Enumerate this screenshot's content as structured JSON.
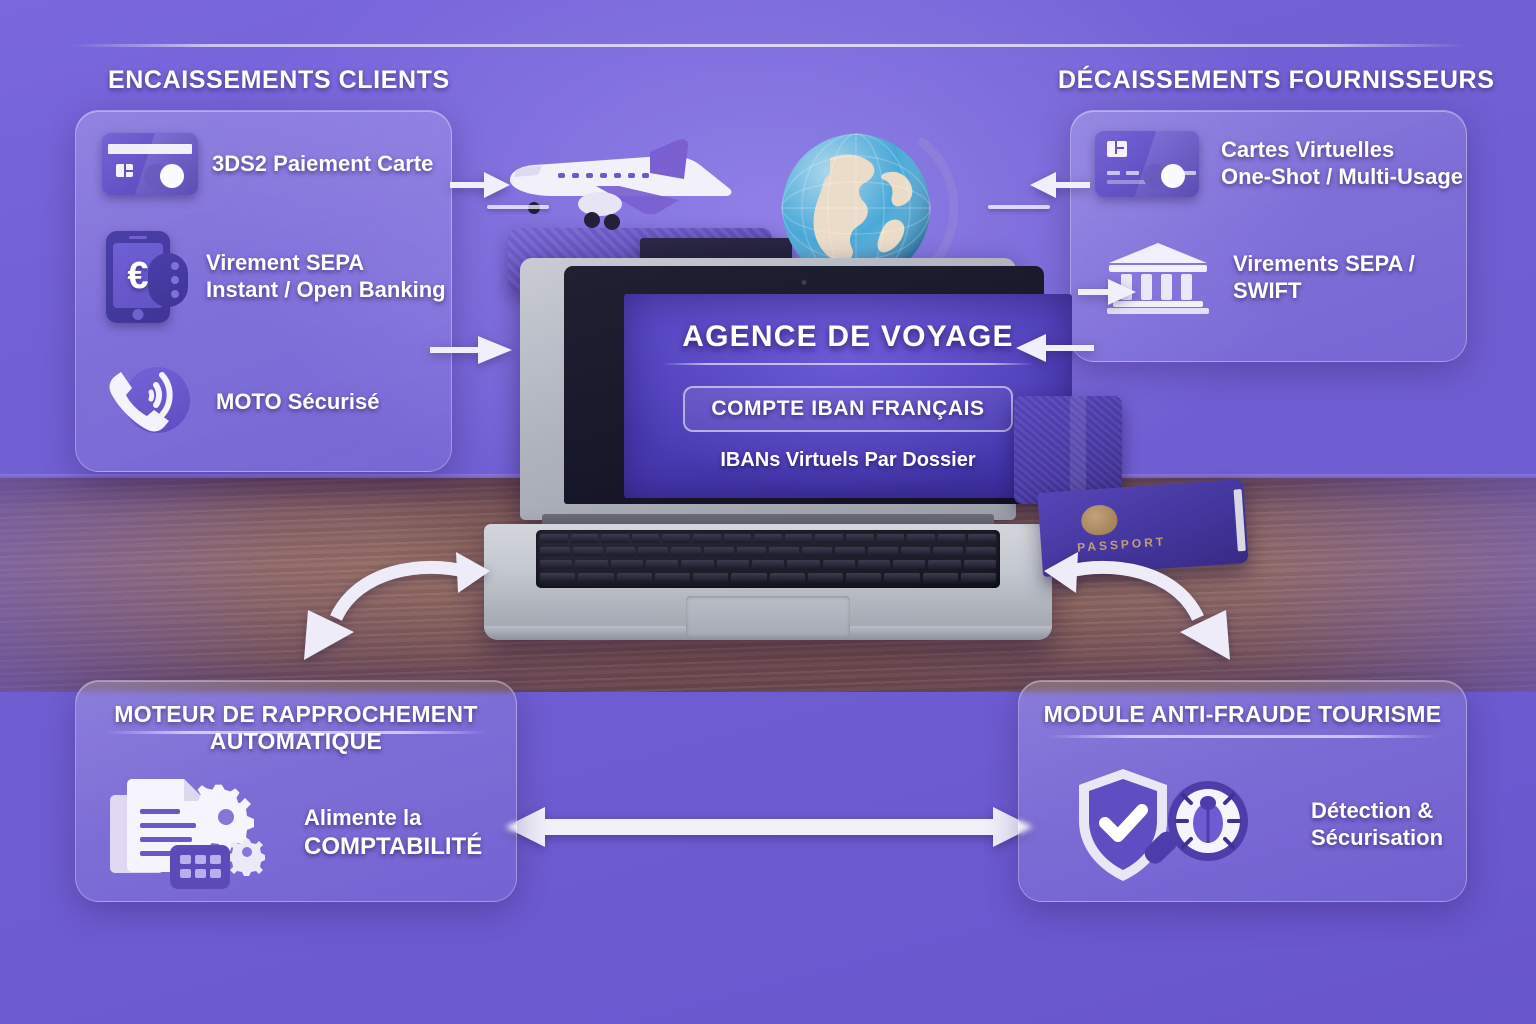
{
  "diagram": {
    "title_on_screen": "AGENCE DE VOYAGE",
    "accent_color": "#6f5ed2",
    "panel_color": "#8a7ae0",
    "wood_color": "#8d6457"
  },
  "sections": {
    "left_heading": "ENCAISSEMENTS CLIENTS",
    "right_heading": "DÉCAISSEMENTS FOURNISSEURS"
  },
  "encaissements": {
    "items": [
      {
        "icon": "credit-card-icon",
        "label": "3DS2 Paiement Carte"
      },
      {
        "icon": "phone-euro-icon",
        "label_line1": "Virement SEPA",
        "label_line2": "Instant / Open Banking"
      },
      {
        "icon": "phone-secure-icon",
        "label": "MOTO Sécurisé"
      }
    ]
  },
  "decaissements": {
    "items": [
      {
        "icon": "virtual-card-icon",
        "label_line1": "Cartes Virtuelles",
        "label_line2": "One-Shot / Multi-Usage"
      },
      {
        "icon": "bank-icon",
        "label": "Virements SEPA / SWIFT"
      }
    ]
  },
  "laptop": {
    "title": "AGENCE DE VOYAGE",
    "badge": "COMPTE IBAN FRANÇAIS",
    "subtitle": "IBANs Virtuels Par Dossier"
  },
  "reconciliation": {
    "title_line1": "MOTEUR DE RAPPROCHEMENT",
    "title_line2": "AUTOMATIQUE",
    "icon": "documents-gears-icon",
    "label_line1": "Alimente la",
    "label_line2": "COMPTABILITÉ"
  },
  "antifraud": {
    "title": "MODULE ANTI-FRAUDE TOURISME",
    "icon": "shield-magnifier-bug-icon",
    "label_line1": "Détection &",
    "label_line2": "Sécurisation"
  },
  "props": {
    "plane": "airplane-icon",
    "globe": "globe-icon",
    "suitcase": "suitcase-icon",
    "books": "books-icon",
    "wallet": "wallet-icon",
    "passport": "passport-icon",
    "passport_text": "PASSPORT"
  },
  "arrows": {
    "card_to_center": "arrow-right",
    "sepa_to_center": "arrow-right",
    "center_to_virtualcards": "arrow-left",
    "center_to_bank": "arrow-right",
    "bank_to_center": "arrow-left",
    "center_to_reconciliation": "curved-double-arrow-left",
    "center_to_antifraud": "curved-double-arrow-right",
    "reconciliation_to_antifraud": "double-arrow-horizontal"
  }
}
